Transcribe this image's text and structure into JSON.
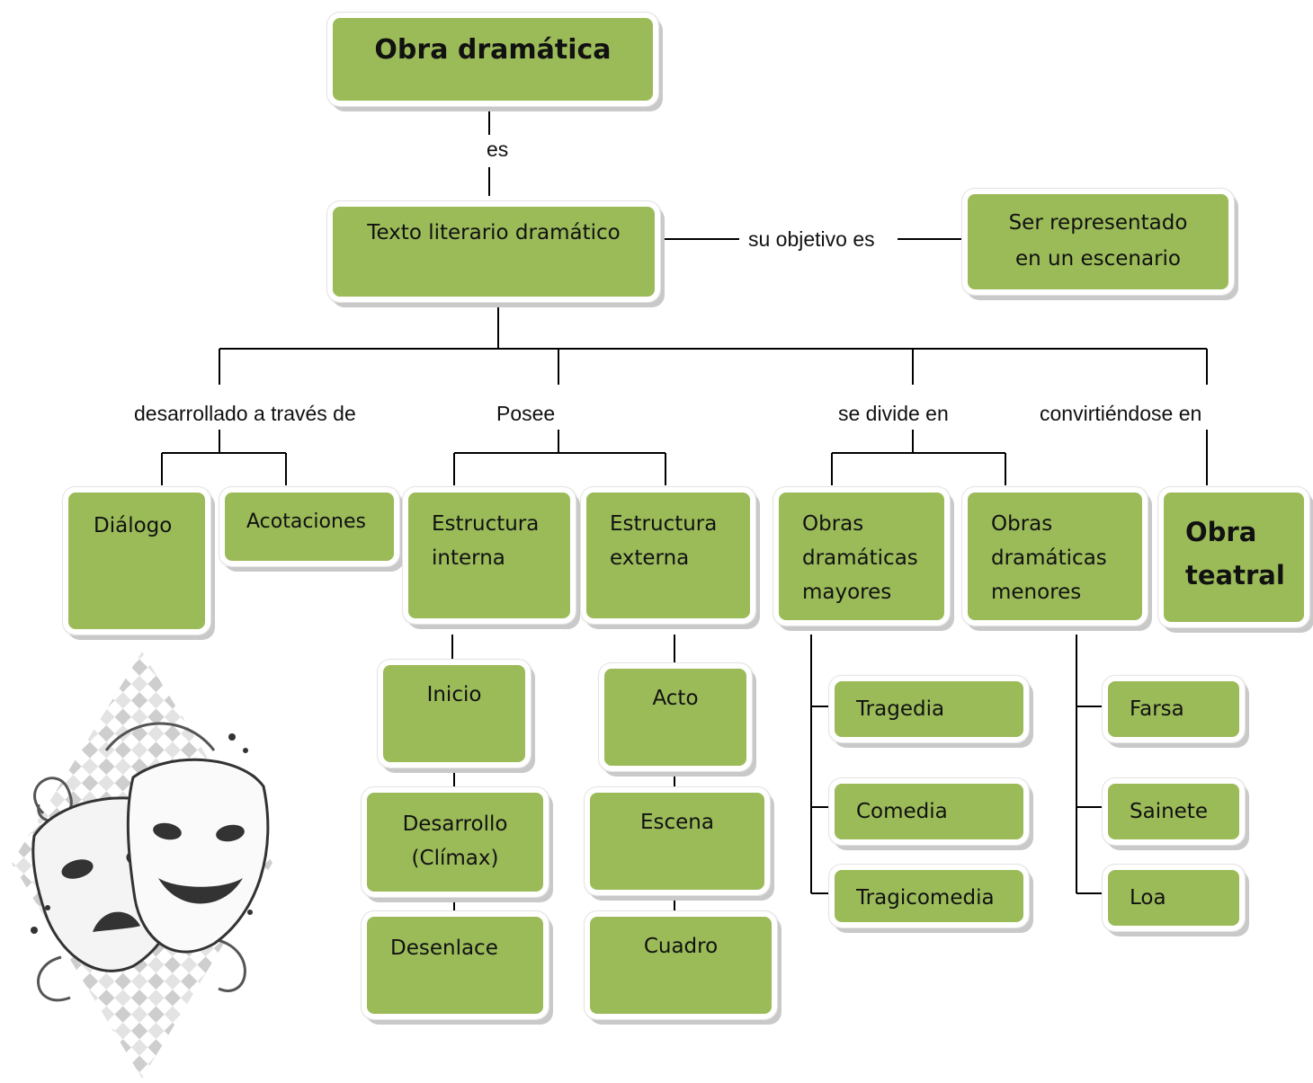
{
  "diagram": {
    "root": "Obra dramática",
    "main": "Texto literario dramático",
    "objective": "Ser representado\nen un escenario",
    "links": {
      "es": "es",
      "objetivo": "su objetivo es",
      "desarrollado": "desarrollado a través de",
      "posee": "Posee",
      "divide": "se divide en",
      "convirtiendo": "convirtiéndose en"
    },
    "desarrollado_items": [
      "Diálogo",
      "Acotaciones"
    ],
    "estructura_interna": {
      "label": "Estructura\ninterna",
      "items": [
        "Inicio",
        "Desarrollo\n(Clímax)",
        "Desenlace"
      ]
    },
    "estructura_externa": {
      "label": "Estructura\nexterna",
      "items": [
        "Acto",
        "Escena",
        "Cuadro"
      ]
    },
    "mayores": {
      "label": "Obras\ndramáticas\nmayores",
      "items": [
        "Tragedia",
        "Comedia",
        "Tragicomedia"
      ]
    },
    "menores": {
      "label": "Obras\ndramáticas\nmenores",
      "items": [
        "Farsa",
        "Sainete",
        "Loa"
      ]
    },
    "final": "Obra\nteatral"
  },
  "colors": {
    "box_fill": "#9bbb59",
    "line": "#000000"
  },
  "illustration": "theater-masks"
}
